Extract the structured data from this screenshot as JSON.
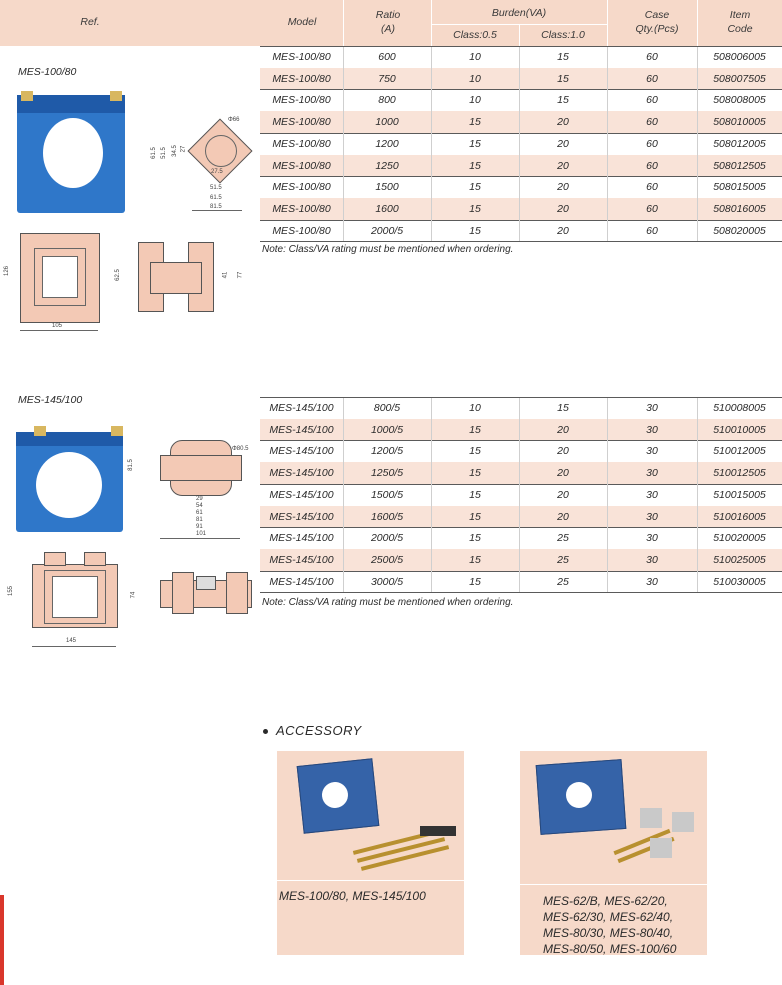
{
  "header": {
    "ref": "Ref.",
    "model": "Model",
    "ratio": "Ratio",
    "ratio_unit": "(A)",
    "burden": "Burden(VA)",
    "class05": "Class:0.5",
    "class10": "Class:1.0",
    "case": "Case",
    "case_qty": "Qty.(Pcs)",
    "item": "Item",
    "item_code": "Code"
  },
  "section1": {
    "title": "MES-100/80",
    "rows": [
      {
        "model": "MES-100/80",
        "ratio": "600",
        "c05": "10",
        "c10": "15",
        "qty": "60",
        "code": "508006005"
      },
      {
        "model": "MES-100/80",
        "ratio": "750",
        "c05": "10",
        "c10": "15",
        "qty": "60",
        "code": "508007505"
      },
      {
        "model": "MES-100/80",
        "ratio": "800",
        "c05": "10",
        "c10": "15",
        "qty": "60",
        "code": "508008005"
      },
      {
        "model": "MES-100/80",
        "ratio": "1000",
        "c05": "15",
        "c10": "20",
        "qty": "60",
        "code": "508010005"
      },
      {
        "model": "MES-100/80",
        "ratio": "1200",
        "c05": "15",
        "c10": "20",
        "qty": "60",
        "code": "508012005"
      },
      {
        "model": "MES-100/80",
        "ratio": "1250",
        "c05": "15",
        "c10": "20",
        "qty": "60",
        "code": "508012505"
      },
      {
        "model": "MES-100/80",
        "ratio": "1500",
        "c05": "15",
        "c10": "20",
        "qty": "60",
        "code": "508015005"
      },
      {
        "model": "MES-100/80",
        "ratio": "1600",
        "c05": "15",
        "c10": "20",
        "qty": "60",
        "code": "508016005"
      },
      {
        "model": "MES-100/80",
        "ratio": "2000/5",
        "c05": "15",
        "c10": "20",
        "qty": "60",
        "code": "508020005"
      }
    ],
    "note": "Note: Class/VA rating must be mentioned when ordering.",
    "dims": {
      "phi": "Φ66",
      "h1": "61.5",
      "h2": "51.5",
      "h3": "34.5",
      "h4": "27",
      "w1": "61.5",
      "w2": "51.5",
      "w3": "27.5",
      "w4": "81.5",
      "side_h": "126",
      "bottom_w": "105",
      "d1": "62.5",
      "d2": "41",
      "d3": "77"
    }
  },
  "section2": {
    "title": "MES-145/100",
    "rows": [
      {
        "model": "MES-145/100",
        "ratio": "800/5",
        "c05": "10",
        "c10": "15",
        "qty": "30",
        "code": "510008005"
      },
      {
        "model": "MES-145/100",
        "ratio": "1000/5",
        "c05": "15",
        "c10": "20",
        "qty": "30",
        "code": "510010005"
      },
      {
        "model": "MES-145/100",
        "ratio": "1200/5",
        "c05": "15",
        "c10": "20",
        "qty": "30",
        "code": "510012005"
      },
      {
        "model": "MES-145/100",
        "ratio": "1250/5",
        "c05": "15",
        "c10": "20",
        "qty": "30",
        "code": "510012505"
      },
      {
        "model": "MES-145/100",
        "ratio": "1500/5",
        "c05": "15",
        "c10": "20",
        "qty": "30",
        "code": "510015005"
      },
      {
        "model": "MES-145/100",
        "ratio": "1600/5",
        "c05": "15",
        "c10": "20",
        "qty": "30",
        "code": "510016005"
      },
      {
        "model": "MES-145/100",
        "ratio": "2000/5",
        "c05": "15",
        "c10": "25",
        "qty": "30",
        "code": "510020005"
      },
      {
        "model": "MES-145/100",
        "ratio": "2500/5",
        "c05": "15",
        "c10": "25",
        "qty": "30",
        "code": "510025005"
      },
      {
        "model": "MES-145/100",
        "ratio": "3000/5",
        "c05": "15",
        "c10": "25",
        "qty": "30",
        "code": "510030005"
      }
    ],
    "note": "Note: Class/VA rating must be mentioned when ordering.",
    "dims": {
      "phi": "Φ80.5",
      "h": "81.5",
      "w1": "29",
      "w2": "54",
      "w3": "61",
      "w4": "81",
      "w5": "91",
      "w6": "101",
      "side_h": "155",
      "bottom_w": "145",
      "d1": "74"
    }
  },
  "accessory": {
    "title": "ACCESSORY",
    "caption1": [
      "MES-100/80, MES-145/100"
    ],
    "caption2": [
      "MES-62/B, MES-62/20,",
      "MES-62/30, MES-62/40,",
      "MES-80/30, MES-80/40,",
      "MES-80/50, MES-100/60"
    ]
  },
  "colors": {
    "header_bg": "#f6d9c9",
    "row_shade": "#f9e3d8",
    "ct_blue": "#2f77c9",
    "accent_red": "#d9362b"
  }
}
